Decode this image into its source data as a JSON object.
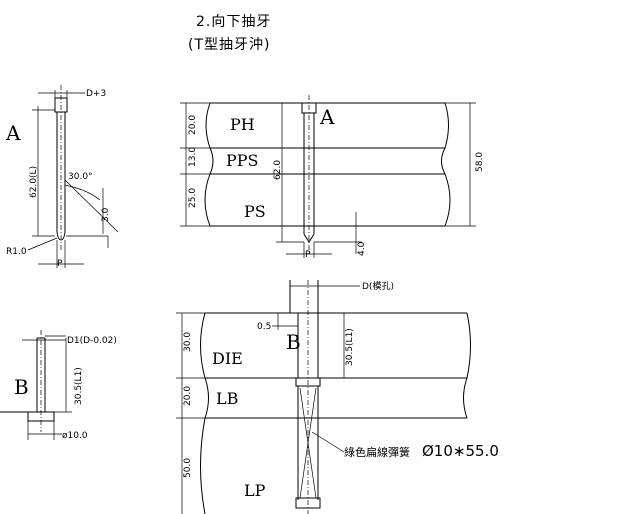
{
  "title": {
    "line1": "2.向下抽牙",
    "line2": "(T型抽牙沖)"
  },
  "punch_a": {
    "label": "A",
    "dim_top": "D+3",
    "dim_length": "62.0(L)",
    "angle": "30.0°",
    "dim_chamfer": "3.0",
    "radius": "R1.0",
    "dim_p": "P"
  },
  "assembly_a": {
    "label": "A",
    "plate_ph": "PH",
    "plate_pps": "PPS",
    "plate_ps": "PS",
    "dim_ph": "20.0",
    "dim_pps": "13.0",
    "dim_ps": "25.0",
    "dim_punch": "62.0",
    "dim_total": "58.0",
    "dim_tip": "4.0",
    "dim_p": "P"
  },
  "punch_b": {
    "label": "B",
    "dim_d1": "D1(D-0.02)",
    "dim_length": "30.5(L1)",
    "dim_head": "ø10.0"
  },
  "assembly_b": {
    "label": "B",
    "plate_die": "DIE",
    "plate_lb": "LB",
    "plate_lp": "LP",
    "dim_d": "D(模孔)",
    "dim_gap": "0.5",
    "dim_die": "30.0",
    "dim_l1": "30.5(L1)",
    "dim_lb": "20.0",
    "dim_lp": "50.0",
    "spring_note_cn": "綠色扁線彈簧",
    "spring_note_spec": "Ø10∗55.0"
  }
}
